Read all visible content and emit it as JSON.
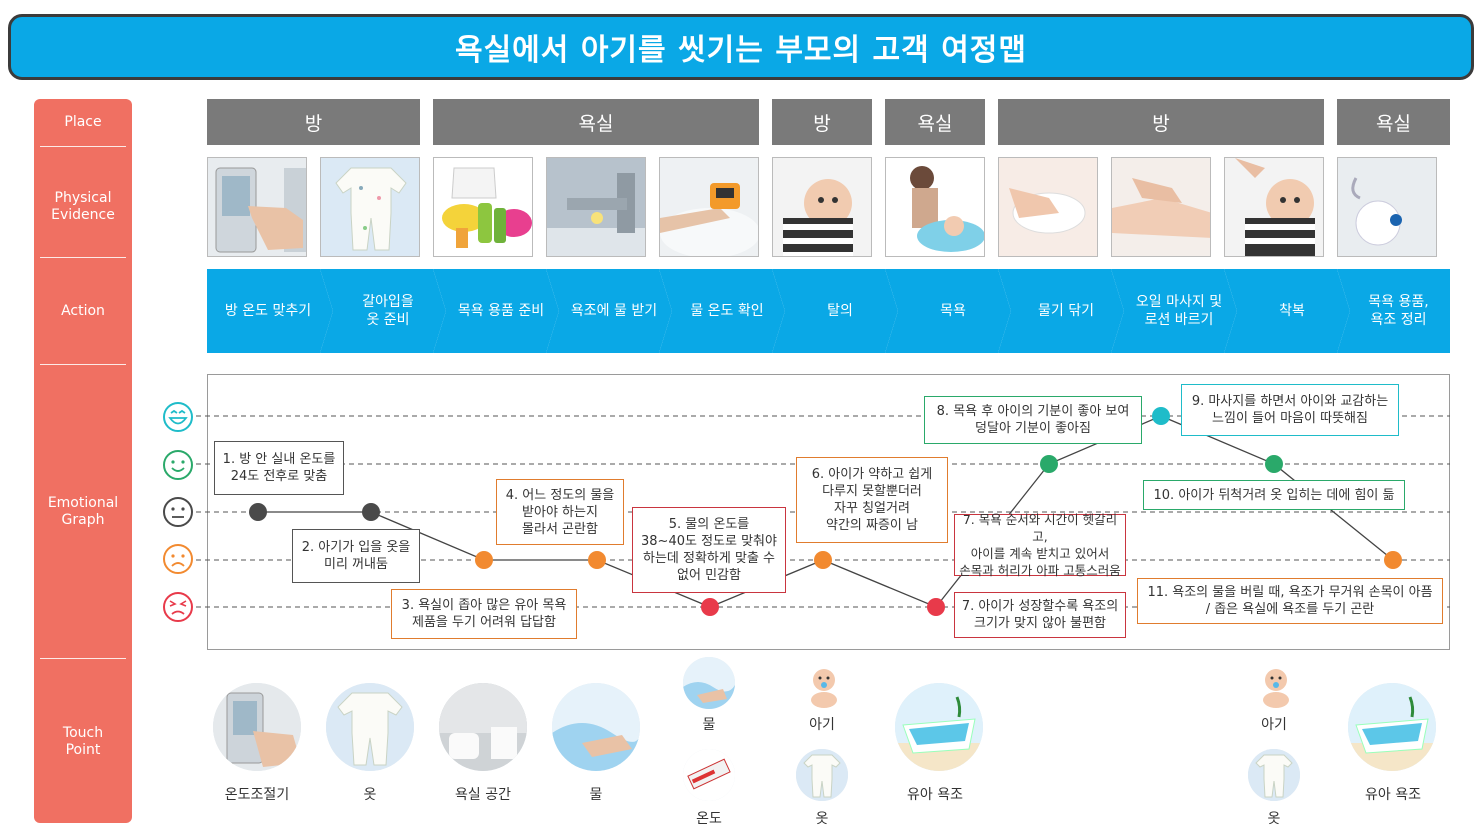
{
  "title": "욕실에서 아기를 씻기는 부모의 고객 여정맵",
  "sidebar": {
    "place": "Place",
    "physical_evidence": "Physical\nEvidence",
    "action": "Action",
    "emotional_graph": "Emotional\nGraph",
    "touch_point": "Touch\nPoint"
  },
  "places": [
    "방",
    "욕실",
    "방",
    "욕실",
    "방",
    "욕실"
  ],
  "actions": [
    "방 온도 맞추기",
    "갈아입을\n옷 준비",
    "목욕 용품 준비",
    "욕조에 물 받기",
    "물 온도 확인",
    "탈의",
    "목욕",
    "물기 닦기",
    "오일 마사지 및\n로션 바르기",
    "착복",
    "목욕 용품,\n욕조 정리"
  ],
  "notes": [
    "1. 방 안 실내 온도를\n24도 전후로 맞춤",
    "2. 아기가 입을 옷을\n미리 꺼내둠",
    "3. 욕실이 좁아 많은 유아 목욕\n제품을 두기 어려워 답답함",
    "4. 어느 정도의 물을\n받아야 하는지\n몰라서 곤란함",
    "5. 물의 온도를\n38~40도 정도로 맞춰야\n하는데 정확하게 맞출 수\n없어 민감함",
    "6. 아이가 약하고 쉽게\n다루지 못할뿐더러\n자꾸 칭얼거려\n약간의 짜증이 남",
    "7. 목욕 순서와 시간이 헷갈리고,\n아이를 계속 받치고 있어서\n손목과 허리가 아파 고통스러움",
    "7. 아이가 성장할수록 욕조의\n크기가 맞지 않아 불편함",
    "8. 목욕 후 아이의 기분이 좋아 보여\n덩달아 기분이 좋아짐",
    "9. 마사지를 하면서 아이와 교감하는\n느낌이 들어 마음이 따뜻해짐",
    "10. 아이가 뒤척거려 옷 입히는 데에 힘이 듦",
    "11. 욕조의 물을 버릴 때, 욕조가 무거워 손목이 아픔\n/ 좁은 욕실에 욕조를 두기 곤란"
  ],
  "emotion_levels": [
    3,
    3,
    2,
    2,
    1,
    2,
    1,
    4,
    5,
    4,
    2
  ],
  "emotion_level_scale": "1=very negative, 2=negative, 3=neutral, 4=positive, 5=very positive",
  "touch_points": {
    "thermostat": "온도조절기",
    "clothes_1": "옷",
    "bathroom": "욕실 공간",
    "water_1": "물",
    "water_2": "물",
    "thermometer": "온도",
    "baby_1": "아기",
    "clothes_2": "옷",
    "tub_1": "유아 욕조",
    "baby_2": "아기",
    "clothes_3": "옷",
    "tub_2": "유아 욕조"
  },
  "colors": {
    "title_bg": "#0aa8e6",
    "sidebar_bg": "#f07062",
    "place_bg": "#7a7a7a",
    "action_bg": "#0aa8e6",
    "very_positive": "#1fbcc9",
    "positive": "#2aa96a",
    "neutral": "#4a4a4a",
    "negative": "#f28a30",
    "very_negative": "#e83a4a"
  }
}
